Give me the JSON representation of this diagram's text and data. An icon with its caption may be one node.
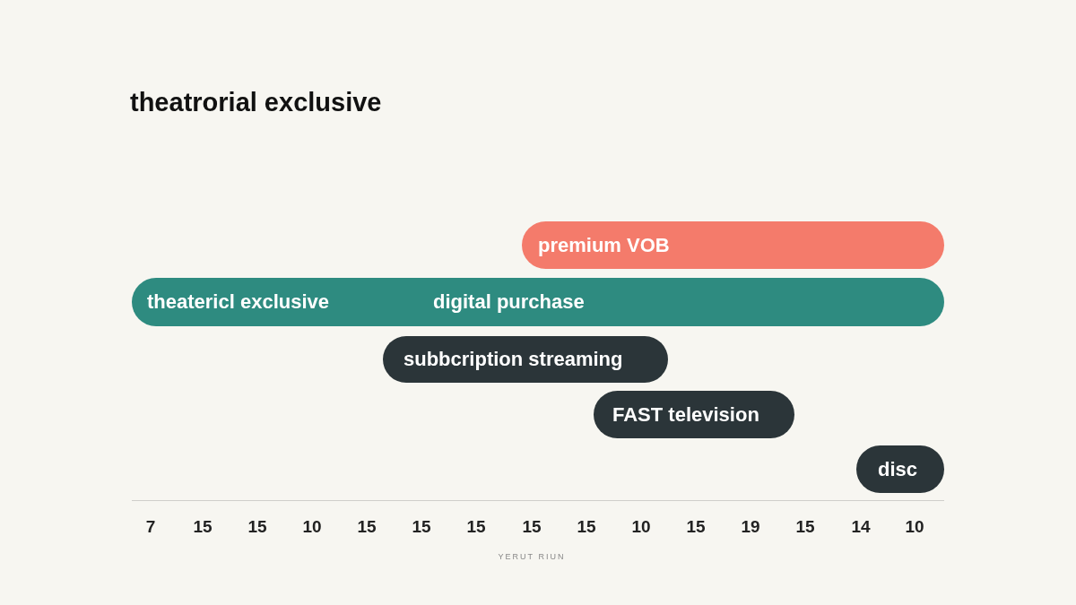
{
  "diagram": {
    "title": "theatrorial exclusive",
    "nodes": [
      {
        "text": [
          "premium VOB"
        ]
      },
      {
        "text": [
          "theatericl exclusive",
          "digital purchase"
        ]
      },
      {
        "text": [
          "subbcription streaming"
        ]
      },
      {
        "text": [
          "FAST television"
        ]
      },
      {
        "text": [
          "disc"
        ]
      }
    ],
    "labels": [
      "7",
      "15",
      "15",
      "10",
      "15",
      "15",
      "15",
      "15",
      "15",
      "10",
      "15",
      "19",
      "15",
      "14",
      "10",
      "YERUT RIUN"
    ]
  }
}
